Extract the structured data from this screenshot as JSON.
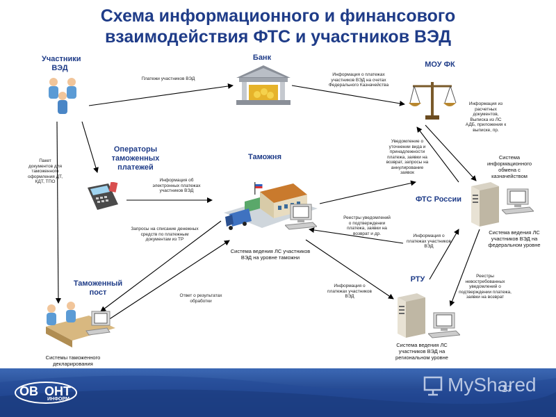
{
  "title": {
    "line1": "Схема информационного и финансового",
    "line2": "взаимодействия ФТС и участников ВЭД"
  },
  "nodes": {
    "participants": "Участники ВЭД",
    "bank": "Банк",
    "mou_fk": "МОУ ФК",
    "operators": "Операторы таможенных платежей",
    "customs": "Таможня",
    "fts": "ФТС России",
    "customs_post": "Таможенный пост",
    "rtu": "РТУ"
  },
  "edge_labels": {
    "payments": "Платежи участников ВЭД",
    "bank_to_mou": "Информация о платежах участников ВЭД на счетах Федерального Казначейства",
    "mou_info": "Информация из расчетных документов, Выписка из ЛС АДБ, приложения к выписке, пр.",
    "notify": "Уведомление о уточнении вида и принадлежности платежа, заявки на возврат, запросы на аннулирование заявок",
    "packet": "Пакет документов для таможенного оформления ДТ, КДТ, ТПО",
    "operators_info": "Информация об электронных платежах участников ВЭД",
    "debit_request": "Запросы на списание денежных средств по платежным документам из ТР",
    "registries": "Реестры уведомлений о подтверждении платежа, заявки на возврат и др.",
    "fts_info": "Информация о платежах участников ВЭД",
    "processing_result": "Ответ о результатах обработки",
    "rtu_info": "Информация о платежах участников ВЭД",
    "rtu_registries": "Реестры невостребованных уведомлений о подтверждении платежа, заявки на возврат"
  },
  "captions": {
    "kazn_system": "Система информационного обмена с казначейством",
    "fed_system": "Система ведения ЛС участников ВЭД на федеральном уровне",
    "customs_system": "Система ведения ЛС участников ВЭД на уровне таможни",
    "regional_system": "Система ведения ЛС участников ВЭД на региональном уровне",
    "declaration_system": "Системы таможенного декларирования"
  },
  "footer": {
    "logo_top": "ОВ",
    "logo_main": "ОНТ",
    "logo_sub": "ИНФОРМ",
    "watermark": "MyShared",
    "page_number": "17"
  },
  "colors": {
    "title": "#1f3c88",
    "footer_top": "#3c68b4",
    "footer_bottom": "#173474"
  }
}
